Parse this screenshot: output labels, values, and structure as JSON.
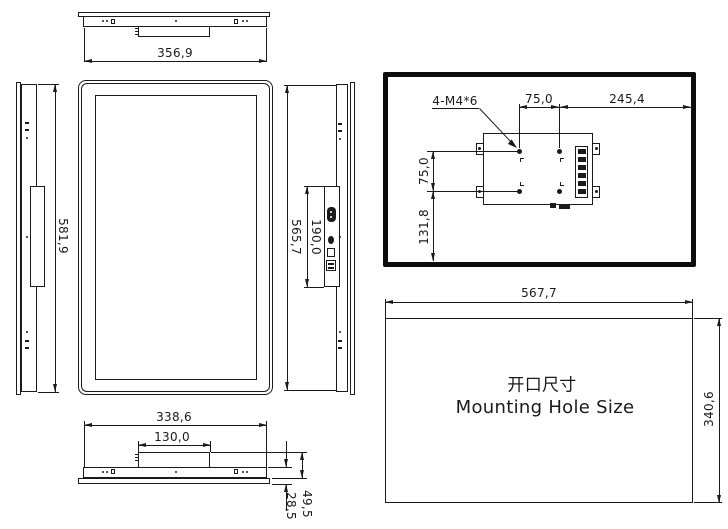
{
  "colors": {
    "line": "#1a1a1a",
    "background": "#ffffff",
    "frame": "#0d0d0d"
  },
  "dims": {
    "top_width": "356,9",
    "left_height": "581,9",
    "back_height": "565,7",
    "module_height": "190,0",
    "screw_callout": "4-M4*6",
    "vesa_width": "75,0",
    "to_edge_right": "245,4",
    "vesa_height": "75,0",
    "to_edge_bottom": "131,8",
    "hole_width": "567,7",
    "hole_height": "340,6",
    "hole_title_zh": "开口尺寸",
    "hole_title_en": "Mounting Hole Size",
    "bottom_body_width": "338,6",
    "bottom_module_width": "130,0",
    "depth_total": "49,5",
    "depth_front": "28,5"
  }
}
